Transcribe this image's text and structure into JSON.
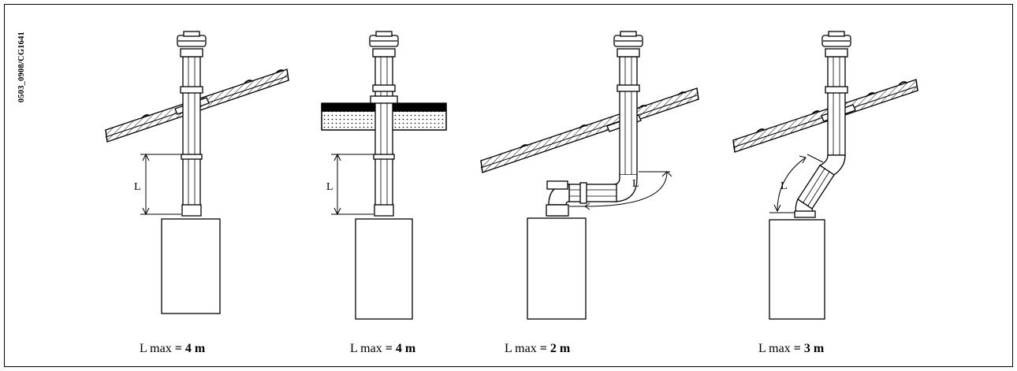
{
  "document_code": "0503_0908/CG1641",
  "figures": [
    {
      "length_label": "L",
      "caption_prefix": "L max",
      "caption_value": "= 4 m"
    },
    {
      "length_label": "L",
      "caption_prefix": "L max",
      "caption_value": "= 4 m"
    },
    {
      "length_label": "L",
      "caption_prefix": "L max",
      "caption_value": "= 2 m"
    },
    {
      "length_label": "L",
      "caption_prefix": "L max",
      "caption_value": "= 3 m"
    }
  ]
}
